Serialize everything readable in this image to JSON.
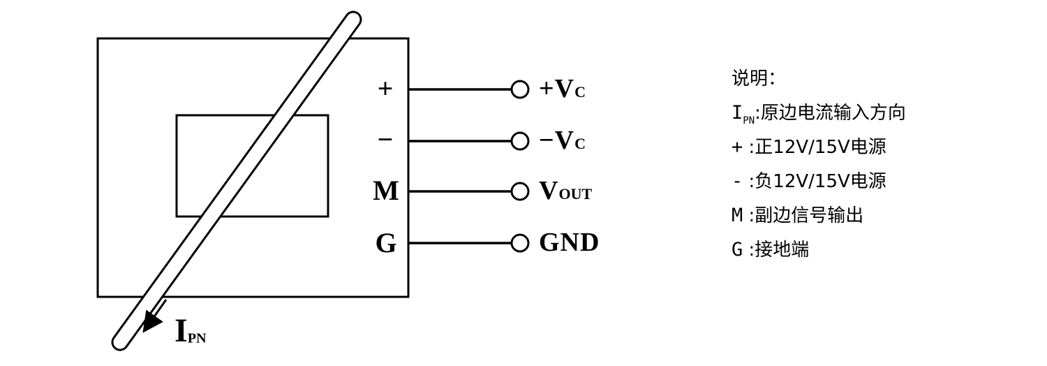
{
  "diagram": {
    "pin_labels": [
      "+",
      "−",
      "M",
      "G"
    ],
    "terminals": [
      {
        "main": "+V",
        "sub": "C"
      },
      {
        "main": "−V",
        "sub": "C"
      },
      {
        "main": "V",
        "sub": "OUT"
      },
      {
        "main": "GND",
        "sub": ""
      }
    ],
    "current_label": {
      "main": "I",
      "sub": "PN"
    }
  },
  "legend": {
    "title": "说明：",
    "items": [
      {
        "pre": "I",
        "sub": "PN",
        "text": ":原边电流输入方向"
      },
      {
        "pre": "+",
        "sub": "",
        "text": " :正12V/15V电源"
      },
      {
        "pre": "-",
        "sub": "",
        "text": " :负12V/15V电源"
      },
      {
        "pre": "M",
        "sub": "",
        "text": " :副边信号输出"
      },
      {
        "pre": "G",
        "sub": "",
        "text": " :接地端"
      }
    ]
  }
}
